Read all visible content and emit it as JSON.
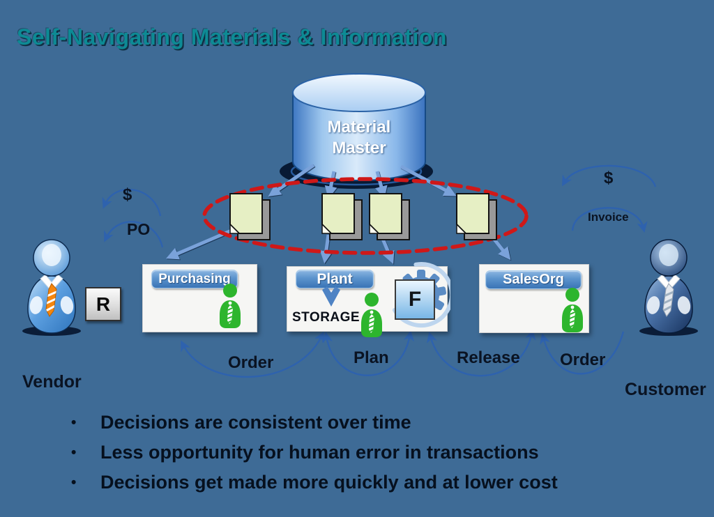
{
  "title": "Self-Navigating Materials & Information",
  "database": {
    "label": "Material Master"
  },
  "vendor": {
    "label": "Vendor",
    "money": "$",
    "po": "PO",
    "badge": "R"
  },
  "customer": {
    "label": "Customer",
    "money": "$",
    "invoice": "Invoice"
  },
  "departments": {
    "purchasing": {
      "label": "Purchasing"
    },
    "plant": {
      "label": "Plant",
      "storage": "STORAGE",
      "badge": "F"
    },
    "salesorg": {
      "label": "SalesOrg"
    }
  },
  "flows": {
    "order_left": "Order",
    "plan": "Plan",
    "release": "Release",
    "order_right": "Order"
  },
  "bullet_char": "•",
  "bullets": [
    "Decisions are consistent over time",
    "Less opportunity for human error in transactions",
    "Decisions get made more quickly and at lower cost"
  ],
  "colors": {
    "background": "#3e6b96",
    "title": "#0d8a94",
    "dashed_ring": "#cf1818",
    "arrow_blue": "#7aa2da",
    "curve_blue": "#2e62ae",
    "person_green": "#2db52d",
    "tie_orange": "#f5860e",
    "document_fill": "#e6efc4"
  }
}
